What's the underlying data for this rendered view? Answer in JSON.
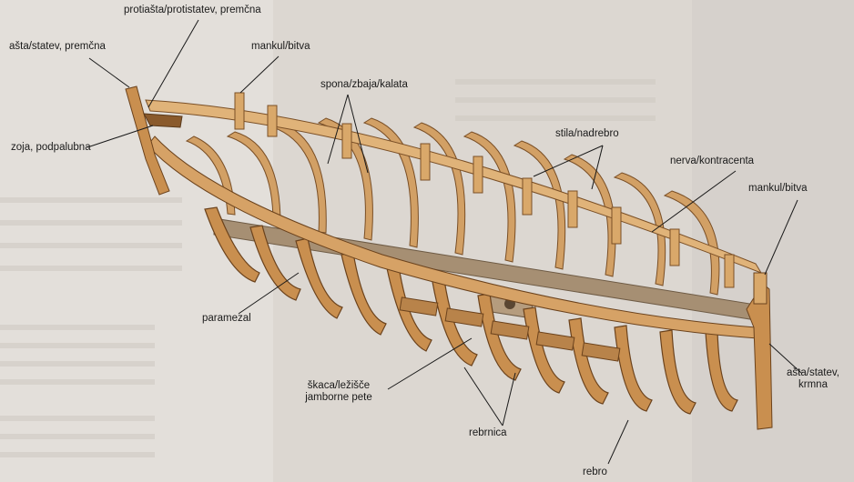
{
  "labels": {
    "asta_stem": "ašta/statev, premčna",
    "protiasta": "protiašta/protistatev, premčna",
    "mankul_fore": "mankul/bitva",
    "spona": "spona/zbaja/kalata",
    "zoja": "zoja, podpalubna",
    "stila": "stila/nadrebro",
    "nerva": "nerva/kontracenta",
    "mankul_aft": "mankul/bitva",
    "paramezal": "paramezal",
    "skaca_line1": "škaca/ležišče",
    "skaca_line2": "jamborne pete",
    "rebrnica": "rebrnica",
    "asta_stern_line1": "ašta/statev,",
    "asta_stern_line2": "krmna",
    "rebro": "rebro"
  },
  "colors": {
    "wood_light": "#d9a86a",
    "wood_mid": "#c98f4f",
    "wood_dark": "#8a5a2c",
    "keelson": "#a68f73",
    "line": "#1a1a1a"
  }
}
